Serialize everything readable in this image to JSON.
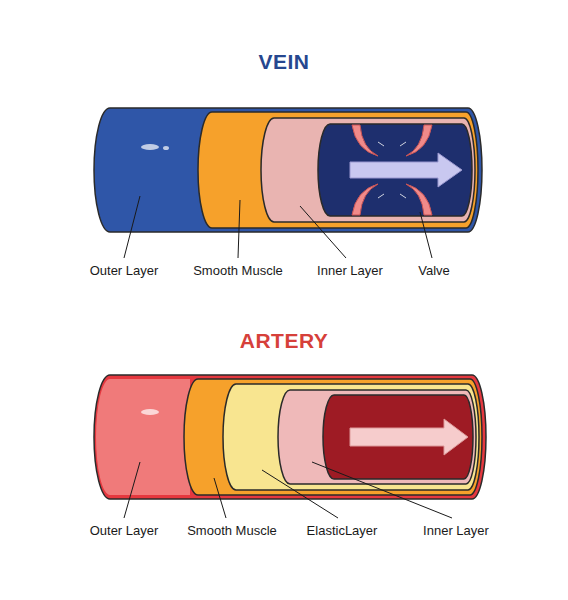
{
  "diagram": {
    "labels": [
      "VEIN",
      "Outer Layer",
      "Smooth Muscle",
      "Inner Layer",
      "Valve",
      "ARTERY",
      "Outer Layer",
      "Smooth Muscle",
      "ElasticLayer",
      "Inner Layer"
    ]
  }
}
